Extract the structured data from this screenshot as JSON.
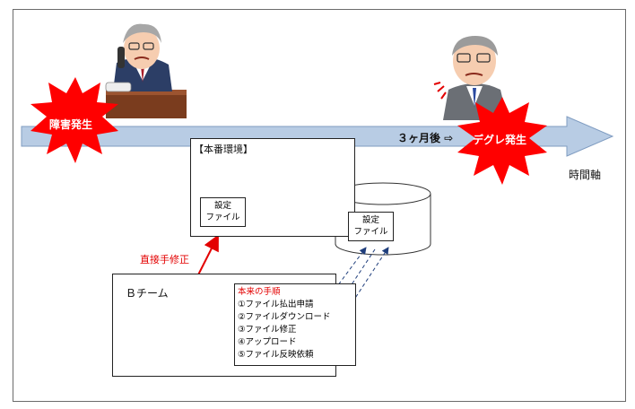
{
  "labels": {
    "incident": "障害発生",
    "degrade": "デグレ発生",
    "after_three_months": "３ヶ月後 ⇨",
    "time_axis": "時間軸",
    "production_env": "【本番環境】",
    "config_file_prod": [
      "設定",
      "ファイル"
    ],
    "config_file_repo": [
      "設定",
      "ファイル"
    ],
    "direct_edit": "直接手修正",
    "team_b": "Ｂチーム"
  },
  "procedure": {
    "title": "本来の手順",
    "steps": [
      "①ファイル払出申請",
      "②ファイルダウンロード",
      "③ファイル修正",
      "④アップロード",
      "⑤ファイル反映依頼"
    ]
  },
  "colors": {
    "arrow_fill": "#b8cce4",
    "arrow_stroke": "#7f9cc1",
    "burst": "#ff0000",
    "red_text": "#e30000",
    "dashed_blue": "#1f3e7c",
    "monitor": "#fbe2cf"
  }
}
